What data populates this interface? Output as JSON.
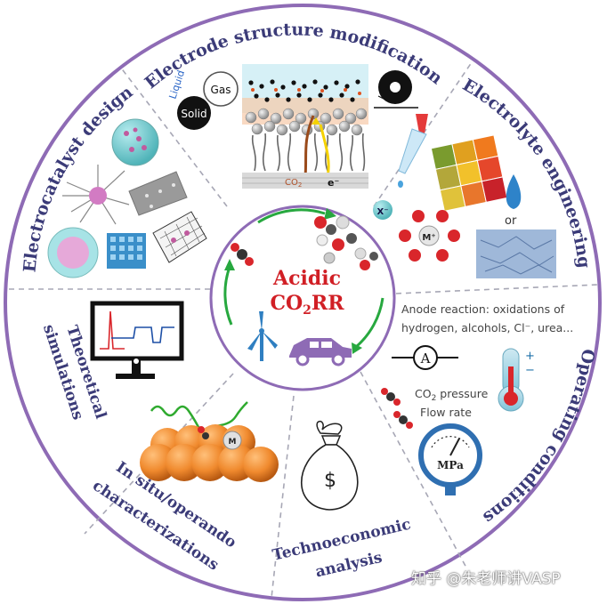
{
  "center": {
    "line1": "Acidic",
    "line2_prefix": "CO",
    "line2_sub": "2",
    "line2_suffix": "RR"
  },
  "segments": {
    "electrode_structure": "Electrode structure modification",
    "electrolyte": "Electrolyte engineering",
    "operating": "Operating conditions",
    "technoeconomic_1": "Technoeconomic",
    "technoeconomic_2": "analysis",
    "insitu_1": "In situ/operando",
    "insitu_2": "characterizations",
    "theoretical_1": "Theoretical",
    "theoretical_2": "simulations",
    "electrocatalyst": "Electrocatalyst design"
  },
  "labels": {
    "liquid": "Liquid",
    "gas": "Gas",
    "solid": "Solid",
    "co2_prefix": "CO",
    "co2_sub": "2",
    "electron": "e⁻",
    "x_ion": "X⁻",
    "m_cation": "M⁺",
    "or": "or",
    "anode_1": "Anode reaction: oxidations of",
    "anode_2": "hydrogen, alcohols, Cl⁻, urea...",
    "ammeter": "A",
    "pressure_prefix": "CO",
    "pressure_sub": "2",
    "pressure_suffix": " pressure",
    "flow_rate": "Flow rate",
    "gauge": "MPa",
    "money": "$",
    "m_atom": "M",
    "plus": "+",
    "minus": "−"
  },
  "watermark": "知乎 @朱老师讲VASP",
  "colors": {
    "ring": "#8e6bb5",
    "title": "#3b3b78",
    "center_text": "#d11f25",
    "arrow_green": "#27a83f",
    "car": "#8e6bb5",
    "turbine": "#2f7fc1"
  }
}
